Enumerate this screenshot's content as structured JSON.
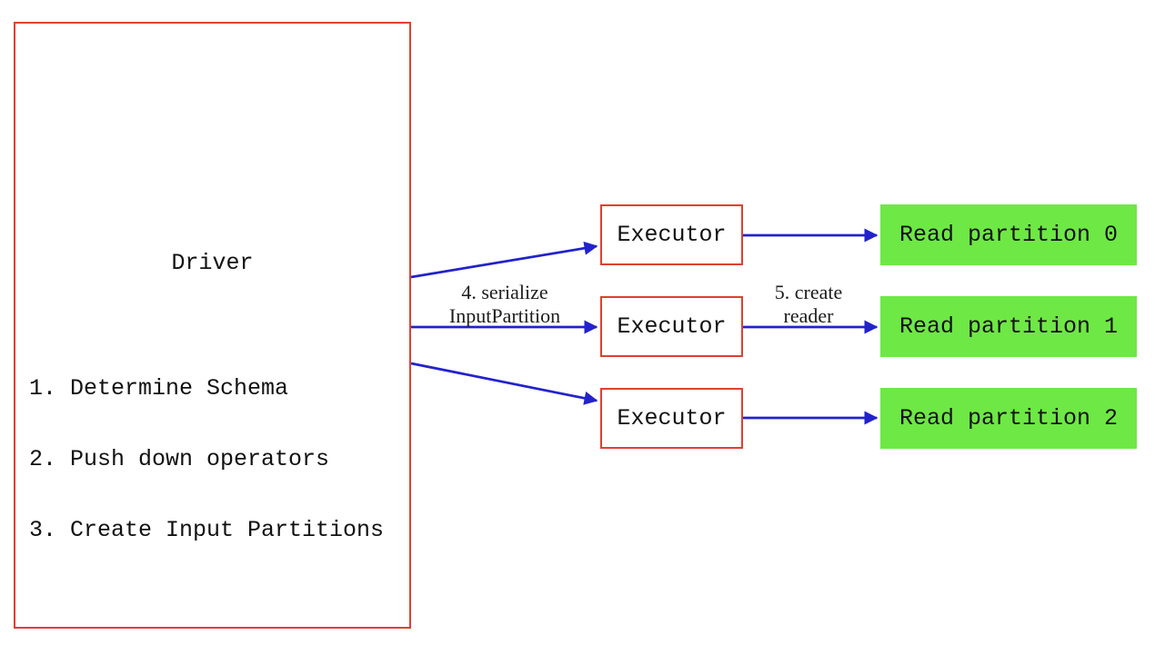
{
  "diagram": {
    "driver": {
      "title": "Driver",
      "steps": [
        "1. Determine Schema",
        "2. Push down operators",
        "3. Create Input Partitions"
      ]
    },
    "executors": [
      {
        "label": "Executor"
      },
      {
        "label": "Executor"
      },
      {
        "label": "Executor"
      }
    ],
    "partitions": [
      {
        "label": "Read partition 0"
      },
      {
        "label": "Read partition 1"
      },
      {
        "label": "Read partition 2"
      }
    ],
    "edge_labels": {
      "serialize": {
        "line1": "4. serialize",
        "line2": "InputPartition"
      },
      "create_reader": {
        "line1": "5. create",
        "line2": "reader"
      }
    },
    "colors": {
      "box-red": "#e0402f",
      "arrow-blue": "#2222cc",
      "partition-green": "#6ee845",
      "text-color": "#111111",
      "bg": "#ffffff"
    }
  }
}
